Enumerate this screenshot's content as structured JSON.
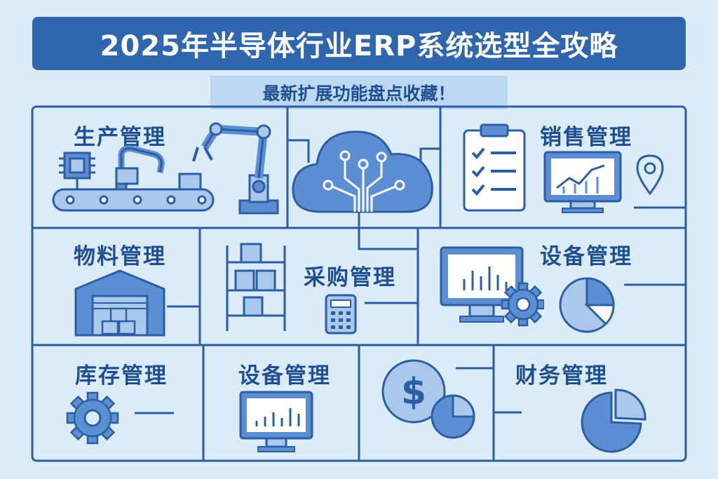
{
  "title": "2025年半导体行业ERP系统选型全攻略",
  "subtitle": "最新扩展功能盘点收藏！",
  "modules": {
    "production": "生产管理",
    "sales": "销售管理",
    "materials": "物料管理",
    "procurement": "采购管理",
    "equipment_top": "设备管理",
    "inventory": "库存管理",
    "equipment_bottom": "设备管理",
    "finance": "财务管理"
  },
  "colors": {
    "background": "#dcebf8",
    "title_bar": "#2f66ad",
    "stroke": "#2c5ea6",
    "fill_mid": "#5b8fd1",
    "fill_light": "#a9c8ec"
  },
  "icons": [
    "conveyor-robot-arm-icon",
    "cloud-circuit-icon",
    "clipboard-checklist-icon",
    "monitor-chart-icon",
    "location-pin-icon",
    "warehouse-icon",
    "shelf-boxes-icon",
    "calculator-icon",
    "monitor-gear-icon",
    "pie-chart-icon",
    "gear-icon",
    "dollar-coin-icon"
  ]
}
